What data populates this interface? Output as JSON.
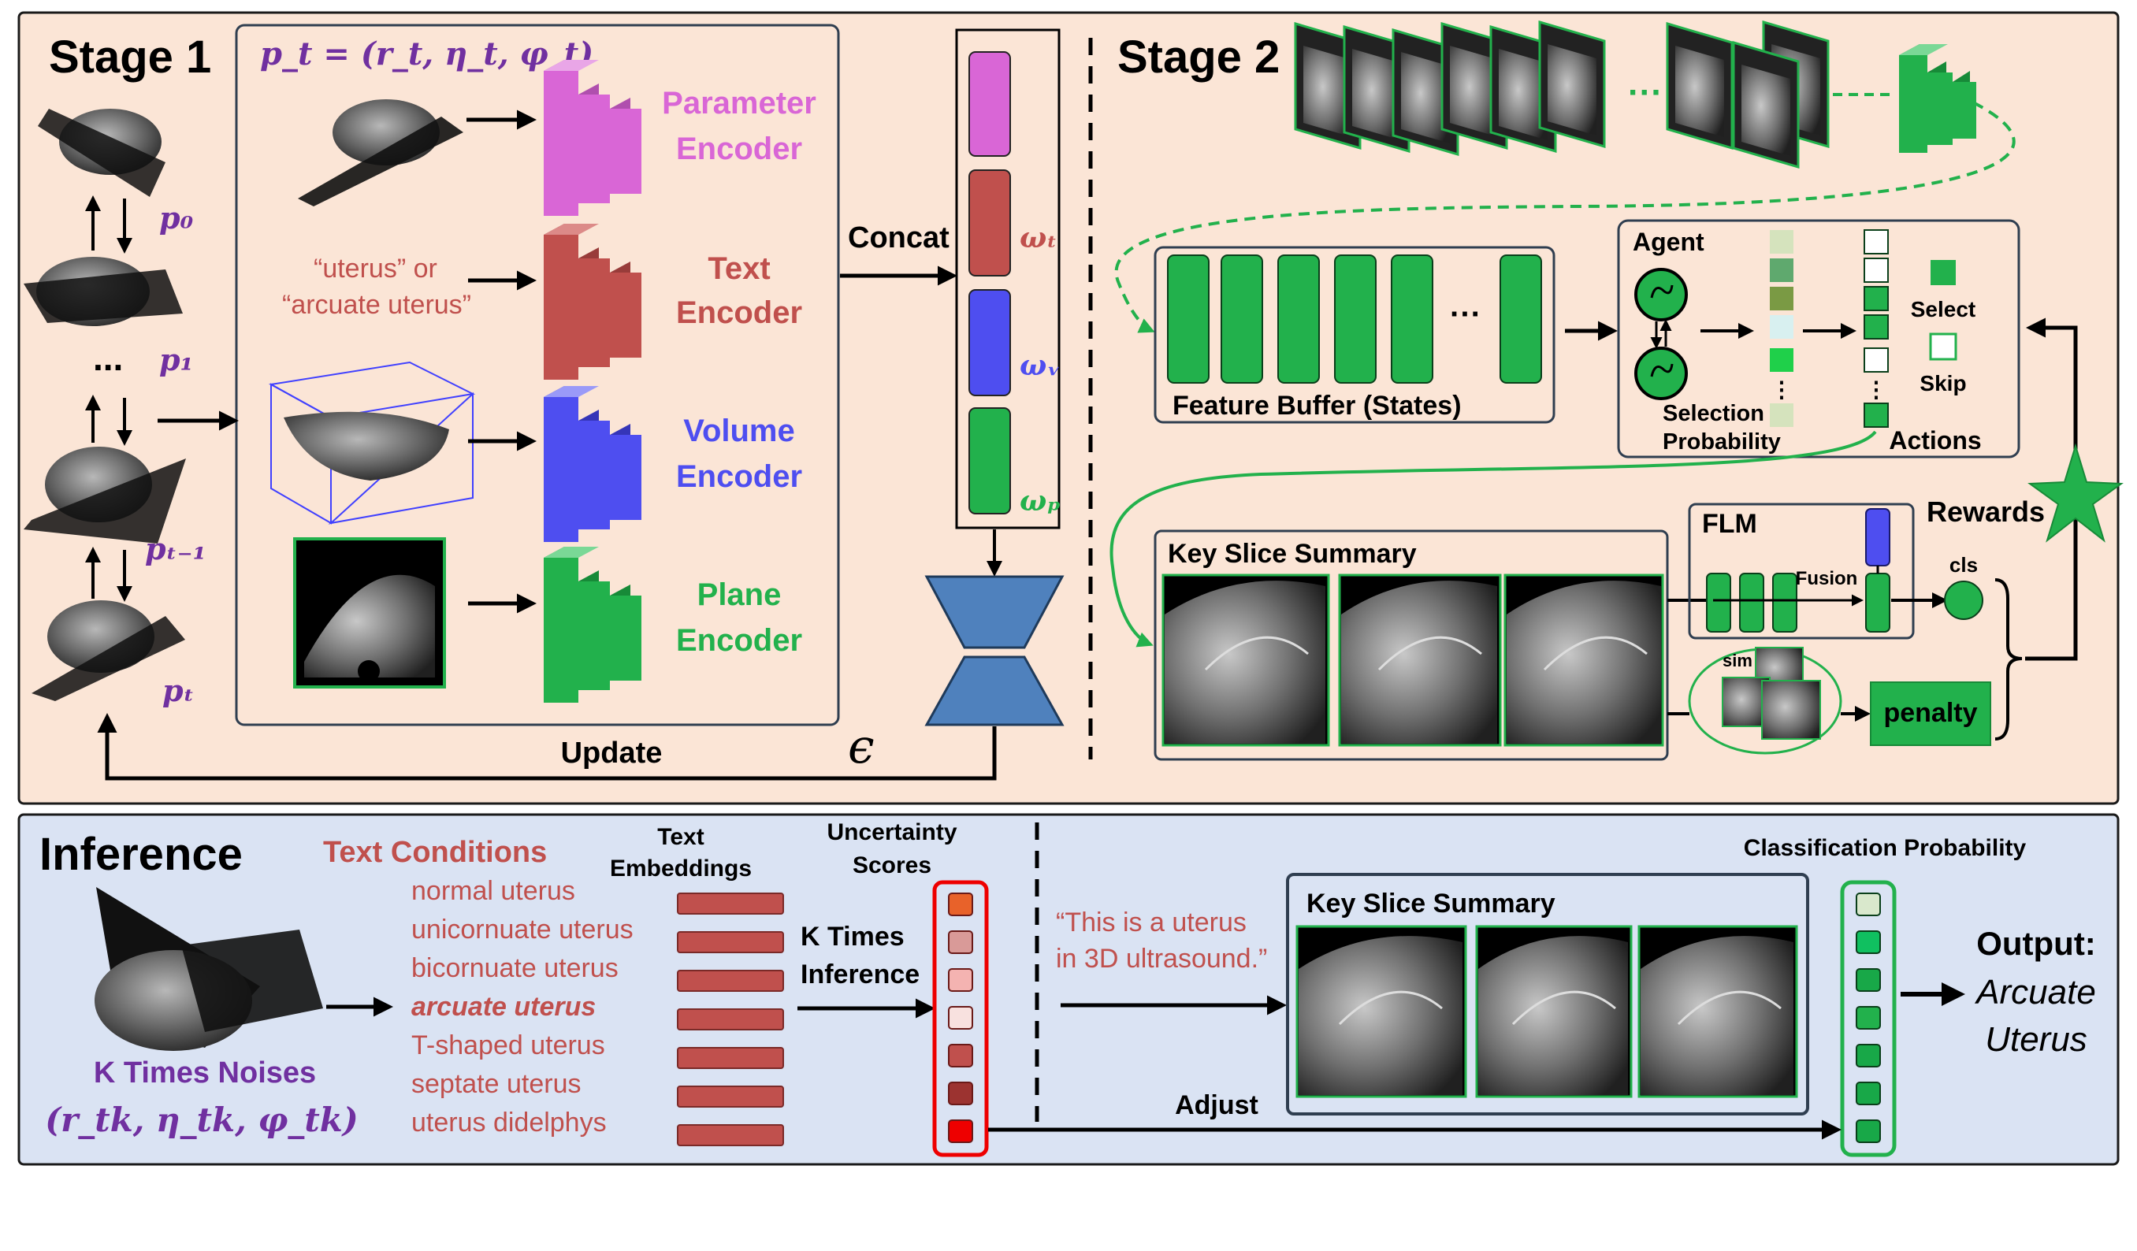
{
  "stage1": {
    "title": "Stage 1",
    "pose_formula": "p_t = (r_t, η_t, φ_t)",
    "plane_labels": {
      "p0": "p₀",
      "p1": "p₁",
      "dots": "...",
      "ptm1": "pₜ₋₁",
      "pt": "pₜ"
    },
    "text_input": {
      "line1": "“uterus”  or",
      "line2": "“arcuate uterus”"
    },
    "encoders": {
      "parameter": {
        "line1": "Parameter",
        "line2": "Encoder"
      },
      "text": {
        "line1": "Text",
        "line2": "Encoder"
      },
      "volume": {
        "line1": "Volume",
        "line2": "Encoder"
      },
      "plane": {
        "line1": "Plane",
        "line2": "Encoder"
      }
    },
    "concat_label": "Concat",
    "feature_labels": {
      "wt": "ωₜ",
      "wv": "ωᵥ",
      "wp": "ωₚ"
    },
    "update_label": "Update",
    "epsilon": "ϵ"
  },
  "stage2": {
    "title": "Stage 2",
    "frames_dots": "···",
    "feature_buffer_label": "Feature Buffer (States)",
    "buffer_dots": "···",
    "agent": {
      "label": "Agent",
      "selection_probability_line1": "Selection",
      "selection_probability_line2": "Probability",
      "actions_label": "Actions",
      "select_label": "Select",
      "skip_label": "Skip"
    },
    "key_slice_summary_label": "Key Slice Summary",
    "flm_label": "FLM",
    "fusion_label": "Fusion",
    "cls_label": "cls",
    "sim_label": "sim",
    "penalty_label": "penalty",
    "rewards_label": "Rewards"
  },
  "inference": {
    "title": "Inference",
    "noise_label": "K Times Noises",
    "noise_formula": "(r_tk, η_tk, φ_tk)",
    "text_conditions_title": "Text Conditions",
    "conditions": [
      "normal uterus",
      "unicornuate uterus",
      "bicornuate uterus",
      "arcuate uterus",
      "T-shaped uterus",
      "septate uterus",
      "uterus didelphys"
    ],
    "highlighted_condition_index": 3,
    "text_embeddings_line1": "Text",
    "text_embeddings_line2": "Embeddings",
    "uncertainty_line1": "Uncertainty",
    "uncertainty_line2": "Scores",
    "k_times_line1": "K Times",
    "k_times_line2": "Inference",
    "uncertainty_colors": [
      "#e8622a",
      "#d99a98",
      "#f4b3b1",
      "#f8e1df",
      "#c0504d",
      "#9c3330",
      "#ee0000"
    ],
    "prompt_line1": "“This is a uterus",
    "prompt_line2": "in 3D ultrasound.”",
    "key_slice_summary_label": "Key Slice Summary",
    "classification_probability_label": "Classification Probability",
    "probability_colors": [
      "#d9e8cc",
      "#10c060",
      "#18a848",
      "#22b14c",
      "#18a848",
      "#18a848",
      "#18a848"
    ],
    "adjust_label": "Adjust",
    "output_label": "Output:",
    "output_line1": "Arcuate",
    "output_line2": "Uterus"
  },
  "colors": {
    "stage_bg": "#fbe5d6",
    "inference_bg": "#dae3f3",
    "parameter": "#d966d6",
    "text": "#c0504d",
    "volume": "#4e4ef0",
    "plane": "#22b14c",
    "purple_label": "#7030a0",
    "dark_box": "#2f3e50"
  }
}
